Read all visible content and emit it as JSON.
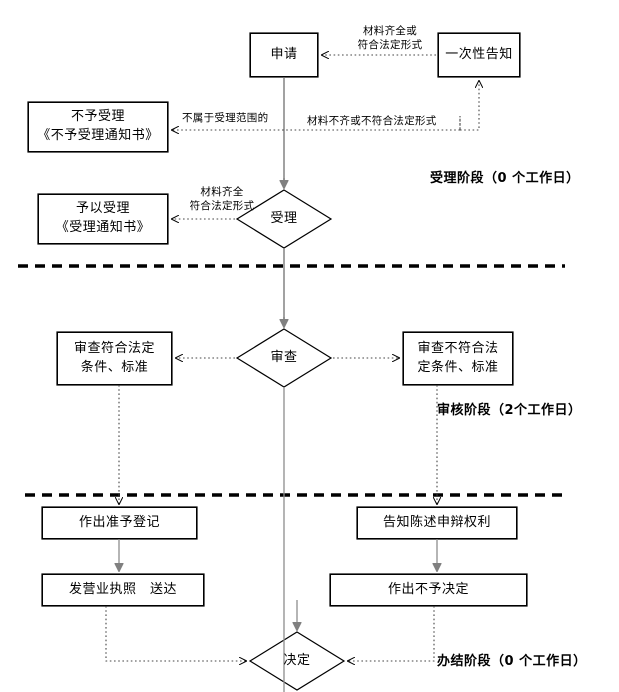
{
  "diagram": {
    "title_present": false,
    "colors": {
      "stroke": "#000000",
      "arrow_gray": "#808080",
      "background": "#ffffff"
    }
  },
  "nodes": {
    "apply": {
      "label": "申请",
      "shape": "box"
    },
    "one_time_notice": {
      "label": "一次性告知",
      "shape": "box"
    },
    "not_accepted": {
      "line1": "不予受理",
      "line2": "《不予受理通知书》",
      "shape": "box"
    },
    "accepted": {
      "line1": "予以受理",
      "line2": "《受理通知书》",
      "shape": "box"
    },
    "acceptance_decision": {
      "label": "受理",
      "shape": "diamond"
    },
    "review_decision": {
      "label": "审查",
      "shape": "diamond"
    },
    "review_pass": {
      "line1": "审查符合法定",
      "line2": "条件、标准",
      "shape": "box"
    },
    "review_fail": {
      "line1": "审查不符合法",
      "line2": "定条件、标准",
      "shape": "box"
    },
    "approve_register": {
      "label": "作出准予登记",
      "shape": "box"
    },
    "issue_license": {
      "label": "发营业执照　送达",
      "shape": "box"
    },
    "notify_rights": {
      "label": "告知陈述申辩权利",
      "shape": "box"
    },
    "make_refusal": {
      "label": "作出不予决定",
      "shape": "box"
    },
    "final_decision": {
      "label": "决定",
      "shape": "diamond"
    }
  },
  "edge_labels": {
    "materials_complete_or_legal": {
      "line1": "材料齐全或",
      "line2": "符合法定形式"
    },
    "out_of_scope": {
      "line1": "不属于受理范围的"
    },
    "materials_incomplete": {
      "line1": "材料不齐或不符合法定形式"
    },
    "materials_complete_legal": {
      "line1": "材料齐全",
      "line2": "符合法定形式"
    }
  },
  "stages": [
    {
      "name": "acceptance",
      "label": "受理阶段（0 个工作日）"
    },
    {
      "name": "review",
      "label": "审核阶段（2个工作日）"
    },
    {
      "name": "completion",
      "label": "办结阶段（0 个工作日）"
    }
  ]
}
